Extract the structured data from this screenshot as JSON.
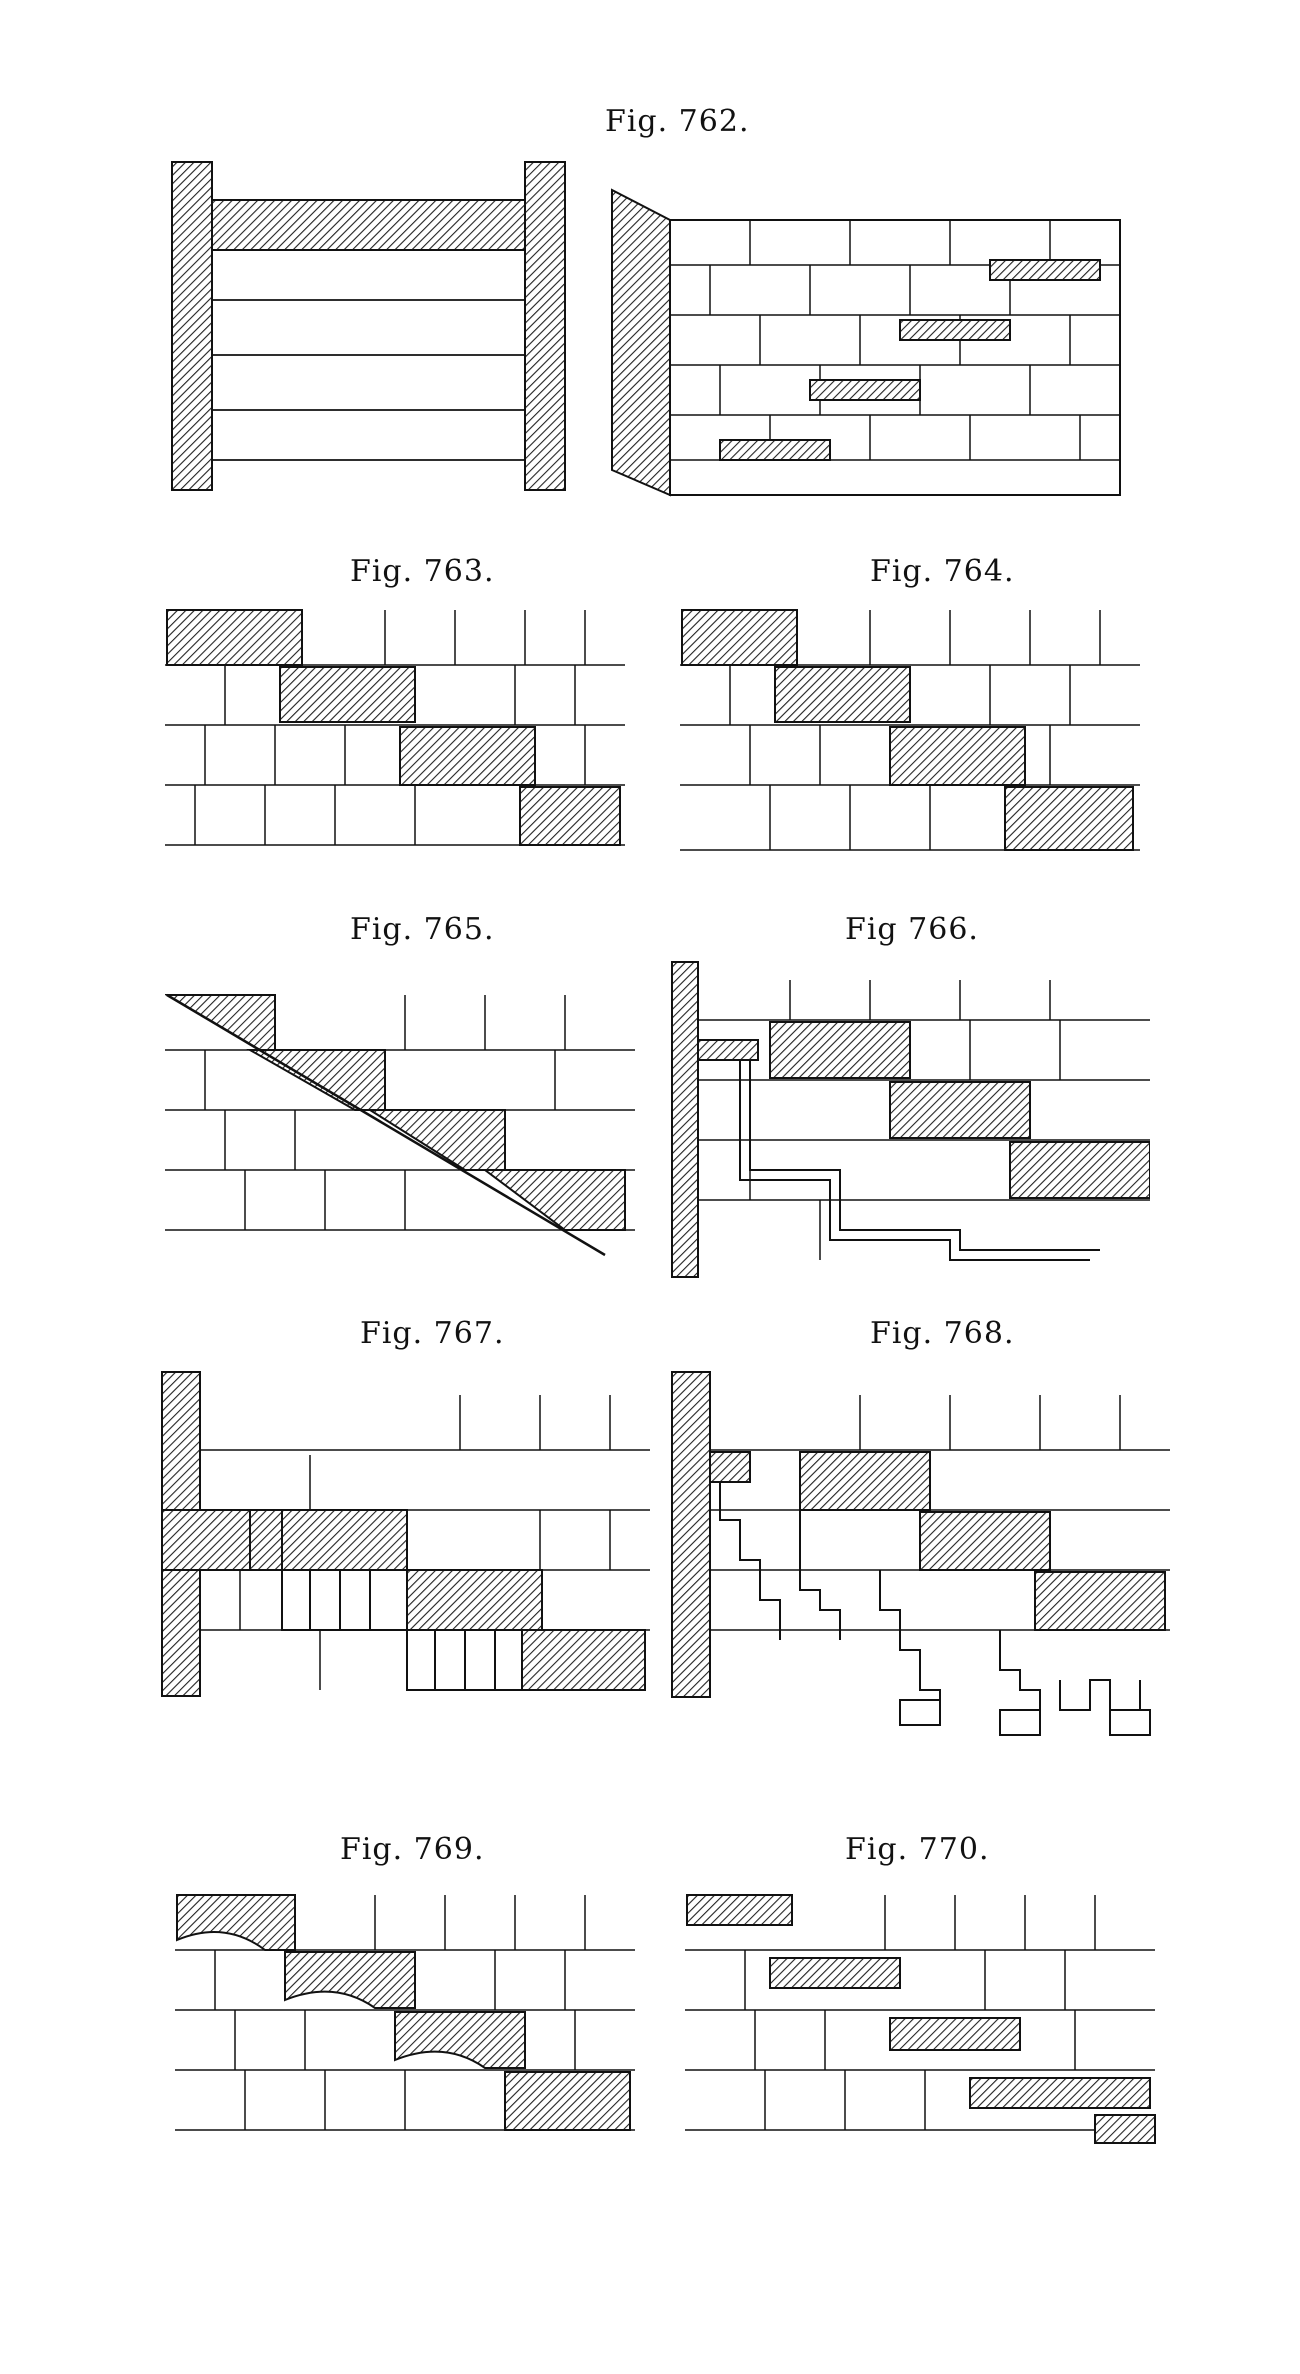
{
  "figures": [
    {
      "id": "762",
      "caption": "Fig. 762."
    },
    {
      "id": "763",
      "caption": "Fig. 763."
    },
    {
      "id": "764",
      "caption": "Fig. 764."
    },
    {
      "id": "765",
      "caption": "Fig. 765."
    },
    {
      "id": "766",
      "caption": "Fig 766."
    },
    {
      "id": "767",
      "caption": "Fig. 767."
    },
    {
      "id": "768",
      "caption": "Fig. 768."
    },
    {
      "id": "769",
      "caption": "Fig. 769."
    },
    {
      "id": "770",
      "caption": "Fig. 770."
    }
  ],
  "colors": {
    "ink": "#111111",
    "paper": "#ffffff"
  }
}
